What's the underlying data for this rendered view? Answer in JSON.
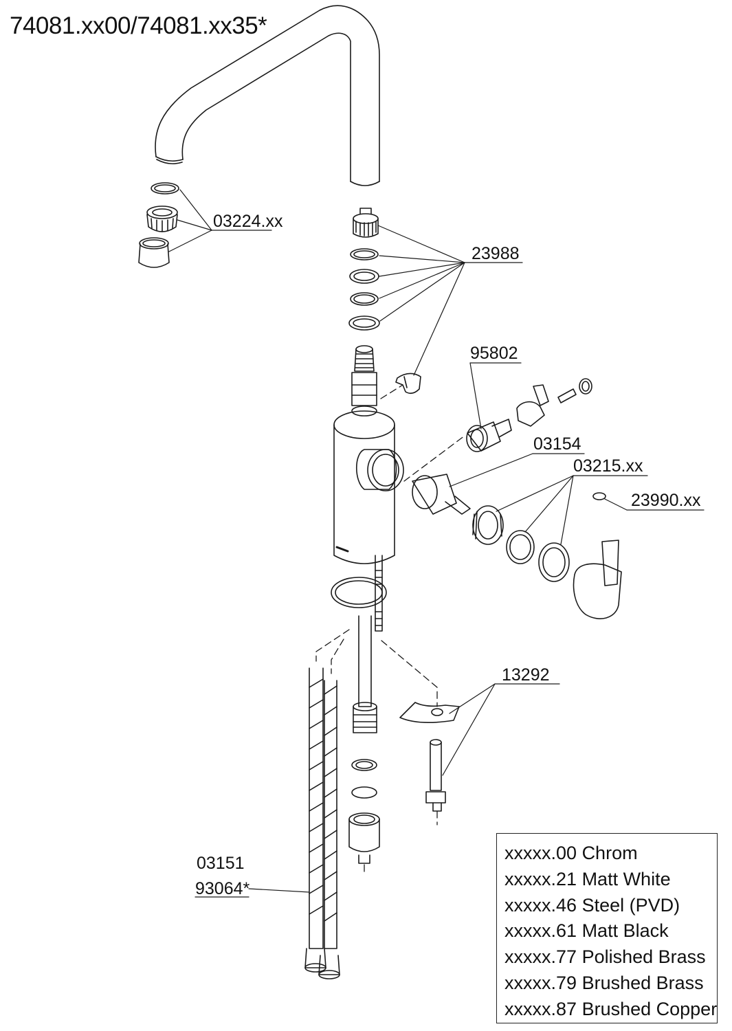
{
  "title": "74081.xx00/74081.xx35*",
  "parts": [
    {
      "id": "aerator",
      "number": "03224.xx"
    },
    {
      "id": "spout-seals",
      "number": "23988"
    },
    {
      "id": "diverter",
      "number": "95802"
    },
    {
      "id": "cartridge",
      "number": "03154"
    },
    {
      "id": "nut-set",
      "number": "03215.xx"
    },
    {
      "id": "cap",
      "number": "23990.xx"
    },
    {
      "id": "fixing-set",
      "number": "13292"
    },
    {
      "id": "hose-1",
      "number": "03151"
    },
    {
      "id": "hose-2",
      "number": "93064*"
    }
  ],
  "finishes": [
    {
      "code": "xxxxx.00",
      "name": "Chrom"
    },
    {
      "code": "xxxxx.21",
      "name": "Matt White"
    },
    {
      "code": "xxxxx.46",
      "name": "Steel (PVD)"
    },
    {
      "code": "xxxxx.61",
      "name": "Matt Black"
    },
    {
      "code": "xxxxx.77",
      "name": "Polished Brass"
    },
    {
      "code": "xxxxx.79",
      "name": "Brushed Brass"
    },
    {
      "code": "xxxxx.87",
      "name": "Brushed Copper"
    }
  ],
  "colors": {
    "line": "#1a1a1a",
    "background": "#ffffff"
  }
}
